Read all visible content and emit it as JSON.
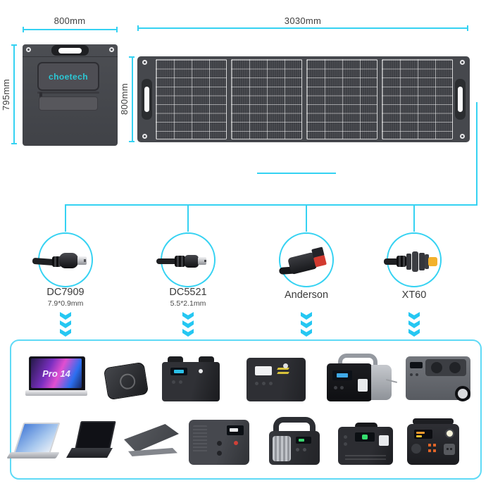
{
  "accent_color": "#35d2f2",
  "brand": {
    "logo_text": "choetech"
  },
  "folded_panel": {
    "width_label": "800mm",
    "height_label": "795mm"
  },
  "unfolded_panel": {
    "width_label": "3030mm",
    "height_label": "800mm"
  },
  "connectors": [
    {
      "icon": "dc7909-plug-icon",
      "label": "DC7909",
      "sub_label": "7.9*0.9mm"
    },
    {
      "icon": "dc5521-plug-icon",
      "label": "DC5521",
      "sub_label": "5.5*2.1mm"
    },
    {
      "icon": "anderson-plug-icon",
      "label": "Anderson",
      "sub_label": ""
    },
    {
      "icon": "xt60-plug-icon",
      "label": "XT60",
      "sub_label": ""
    }
  ],
  "compatible_devices": {
    "laptop_screen_text": "Pro 14",
    "row1": [
      "laptop-pro-14",
      "wireless-power-bank",
      "power-station-dual-handle",
      "power-station-yellow-accent",
      "power-station-arch-handle",
      "large-power-station-with-wheel"
    ],
    "row2": [
      "convertible-laptop",
      "black-laptop",
      "gray-closed-laptop",
      "power-station-side-display",
      "power-station-big-handle",
      "power-station-green-display",
      "power-station-front-panel"
    ]
  }
}
